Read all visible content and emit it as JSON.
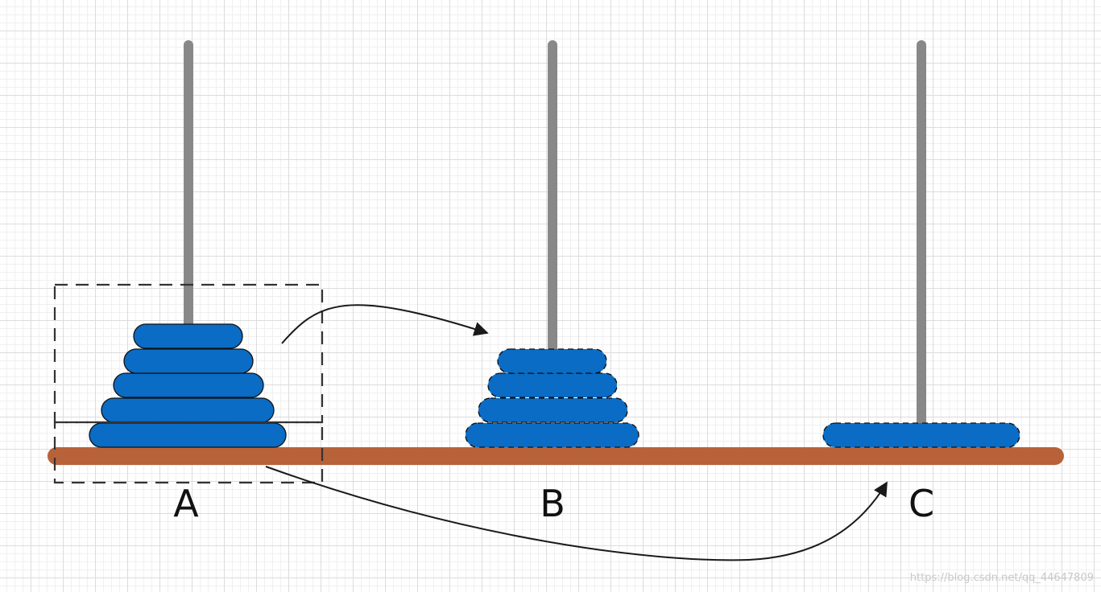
{
  "labels": {
    "peg_a": "A",
    "peg_b": "B",
    "peg_c": "C"
  },
  "watermark": "https://blog.csdn.net/qq_44647809",
  "pegs": [
    {
      "name": "A",
      "disks": 5,
      "dashed": false
    },
    {
      "name": "B",
      "disks": 4,
      "dashed": true
    },
    {
      "name": "C",
      "disks": 1,
      "dashed": true
    }
  ],
  "colors": {
    "disk": "#0a6cc4",
    "rod": "#888888",
    "base": "#b8623a",
    "arrow": "#1a1a1a",
    "selection": "#333333"
  }
}
